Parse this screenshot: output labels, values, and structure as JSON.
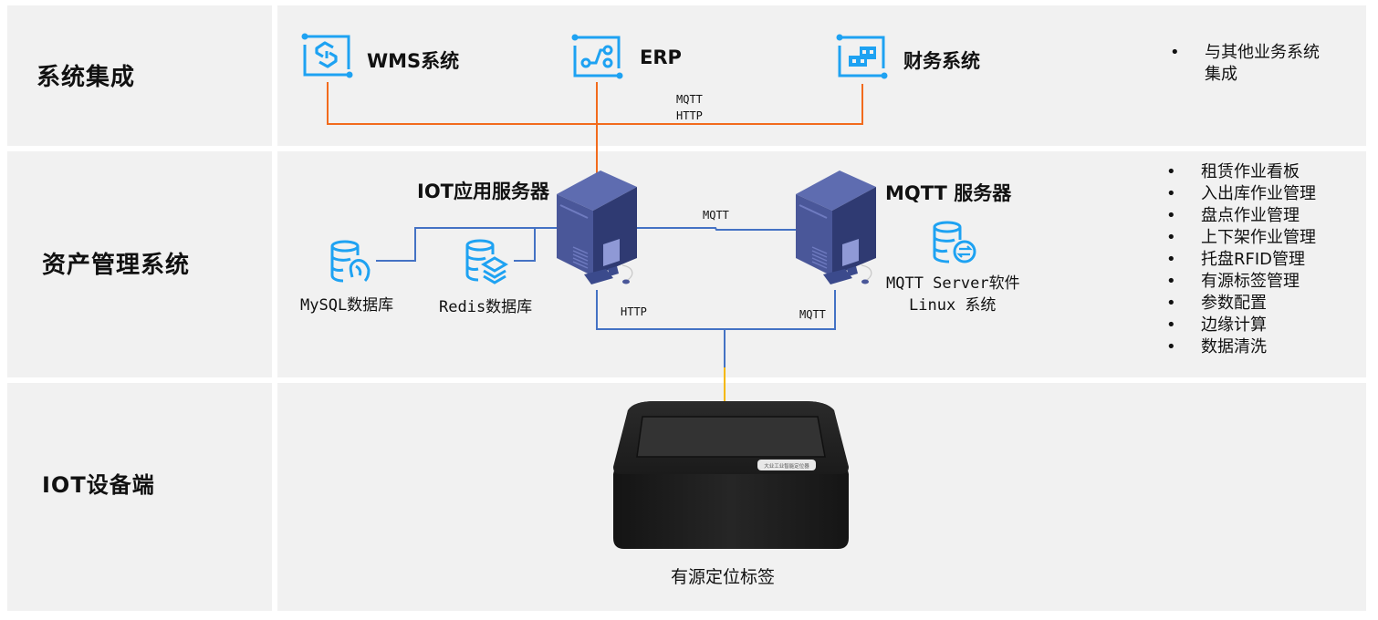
{
  "rows": [
    {
      "label": "系统集成"
    },
    {
      "label": "资产管理系统"
    },
    {
      "label": "IOT设备端"
    }
  ],
  "integration": {
    "systems": [
      {
        "name": "WMS系统",
        "icon": "wms-system-icon"
      },
      {
        "name": "ERP",
        "icon": "erp-flow-icon"
      },
      {
        "name": "财务系统",
        "icon": "finance-blocks-icon"
      }
    ],
    "protocols": [
      "MQTT",
      "HTTP"
    ],
    "notes": [
      "与其他业务系统集成"
    ]
  },
  "asset_system": {
    "iot_server": {
      "title": "IOT应用服务器",
      "icon": "server-tower-icon"
    },
    "mqtt_server": {
      "title": "MQTT 服务器",
      "icon": "server-tower-icon",
      "software_line1": "MQTT Server软件",
      "software_line2": "Linux 系统"
    },
    "databases": [
      {
        "name": "MySQL数据库",
        "icon": "mysql-database-icon"
      },
      {
        "name": "Redis数据库",
        "icon": "redis-database-icon"
      }
    ],
    "link_labels": {
      "server_to_server": "MQTT",
      "iot_to_device": "HTTP",
      "mqtt_to_device": "MQTT"
    },
    "features": [
      "租赁作业看板",
      "入出库作业管理",
      "盘点作业管理",
      "上下架作业管理",
      "托盘RFID管理",
      "有源标签管理",
      "参数配置",
      "边缘计算",
      "数据清洗"
    ]
  },
  "device": {
    "name": "有源定位标签",
    "sticker_text": "大业工业智能定位器"
  },
  "colors": {
    "panel_bg": "#f1f1f1",
    "icon_blue": "#1ea2f2",
    "orange_line": "#f26b1d",
    "blue_line": "#4472c4",
    "yellow_line": "#f5b800",
    "server_navy": "#3b4a8c"
  }
}
